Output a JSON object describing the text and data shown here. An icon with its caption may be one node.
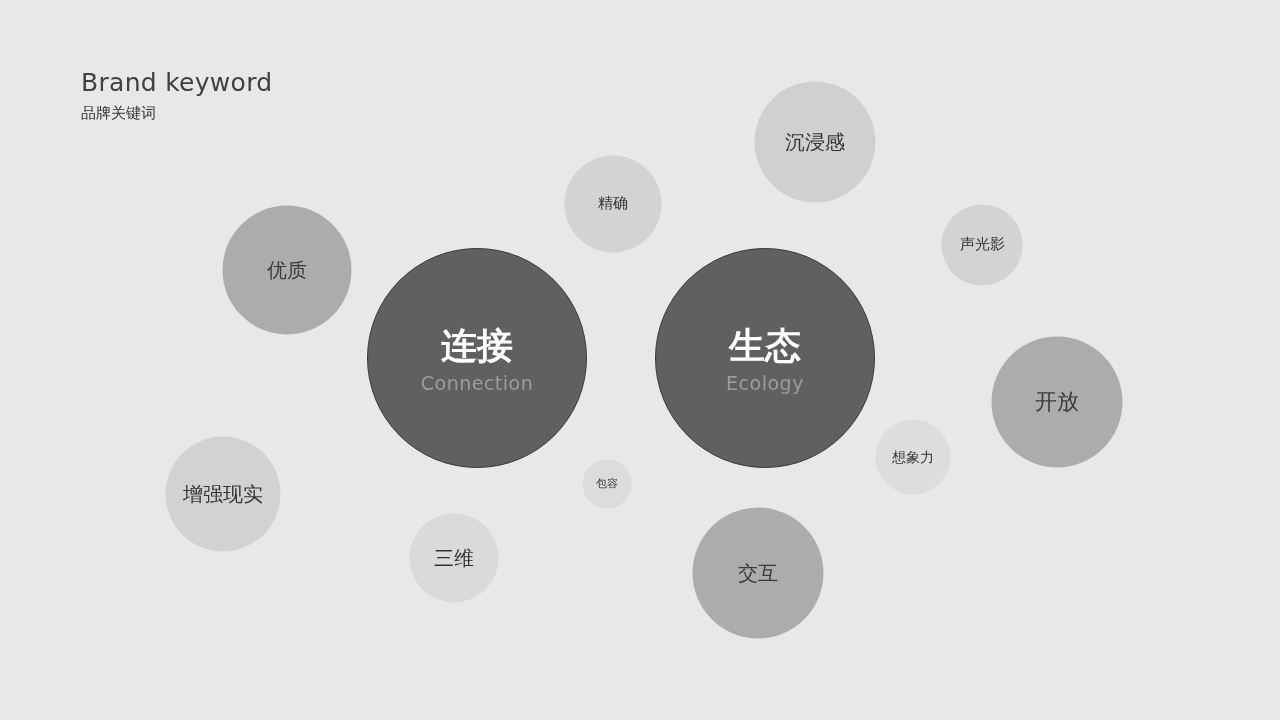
{
  "diagram": {
    "title": "Brand keyword",
    "nodes": [
      {
        "text": [
          "沉浸感"
        ]
      },
      {
        "text": [
          "精确"
        ]
      },
      {
        "text": [
          "声光影"
        ]
      },
      {
        "text": [
          "优质"
        ]
      },
      {
        "text": [
          "连接",
          "Connection"
        ]
      },
      {
        "text": [
          "生态",
          "Ecology"
        ]
      },
      {
        "text": [
          "开放"
        ]
      },
      {
        "text": [
          "想象力"
        ]
      },
      {
        "text": [
          "包容"
        ]
      },
      {
        "text": [
          "增强现实"
        ]
      },
      {
        "text": [
          "三维"
        ]
      },
      {
        "text": [
          "交互"
        ]
      }
    ],
    "labels": [
      "品牌关键词"
    ]
  }
}
